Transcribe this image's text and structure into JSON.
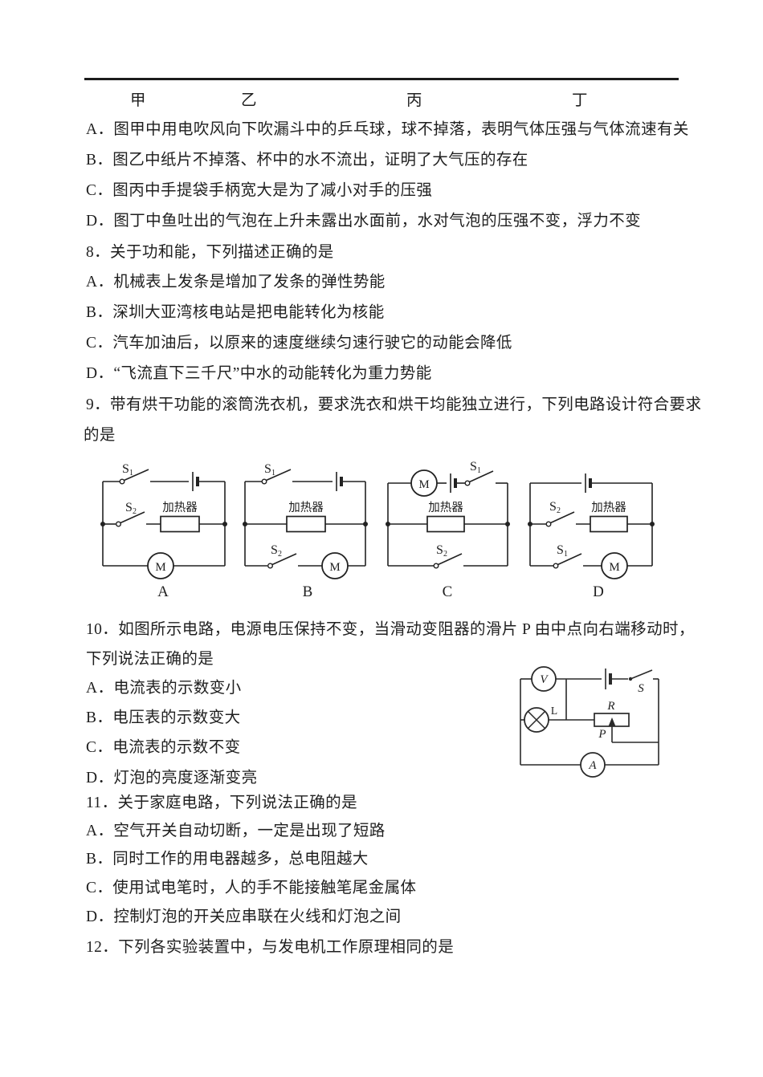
{
  "ink": "#1f1f1f",
  "figure_labels": [
    "甲",
    "乙",
    "丙",
    "丁"
  ],
  "lines": {
    "q7a": "A．图甲中用电吹风向下吹漏斗中的乒乓球，球不掉落，表明气体压强与气体流速有关",
    "q7b": "B．图乙中纸片不掉落、杯中的水不流出，证明了大气压的存在",
    "q7c": "C．图丙中手提袋手柄宽大是为了减小对手的压强",
    "q7d": "D．图丁中鱼吐出的气泡在上升未露出水面前，水对气泡的压强不变，浮力不变",
    "q8": "8．关于功和能，下列描述正确的是",
    "q8a": "A．机械表上发条是增加了发条的弹性势能",
    "q8b": "B．深圳大亚湾核电站是把电能转化为核能",
    "q8c": "C．汽车加油后，以原来的速度继续匀速行驶它的动能会降低",
    "q8d": "D．“飞流直下三千尺”中水的动能转化为重力势能",
    "q9_1": "9．带有烘干功能的滚筒洗衣机，要求洗衣和烘干均能独立进行，下列电路设计符合要求",
    "q9_2": "的是",
    "q10_1": "10．如图所示电路，电源电压保持不变，当滑动变阻器的滑片 P 由中点向右端移动时，",
    "q10_2": "下列说法正确的是",
    "q10a": "A．电流表的示数变小",
    "q10b": "B．电压表的示数变大",
    "q10c": "C．电流表的示数不变",
    "q10d": "D．灯泡的亮度逐渐变亮",
    "q11": "11．关于家庭电路，下列说法正确的是",
    "q11a": "A．空气开关自动切断，一定是出现了短路",
    "q11b": "B．同时工作的用电器越多，总电阻越大",
    "q11c": "C．使用试电笔时，人的手不能接触笔尾金属体",
    "q11d": "D．控制灯泡的开关应串联在火线和灯泡之间",
    "q12": "12．下列各实验装置中，与发电机工作原理相同的是"
  },
  "q9_circuits": {
    "s1": {
      "base": "S",
      "sub": "1"
    },
    "s2": {
      "base": "S",
      "sub": "2"
    },
    "heater": "加热器",
    "motor": "M",
    "labels": [
      "A",
      "B",
      "C",
      "D"
    ]
  },
  "q10_circuit": {
    "voltmeter": "V",
    "ammeter": "A",
    "lamp": "L",
    "resistor": "R",
    "slider": "P",
    "switch": "S"
  }
}
